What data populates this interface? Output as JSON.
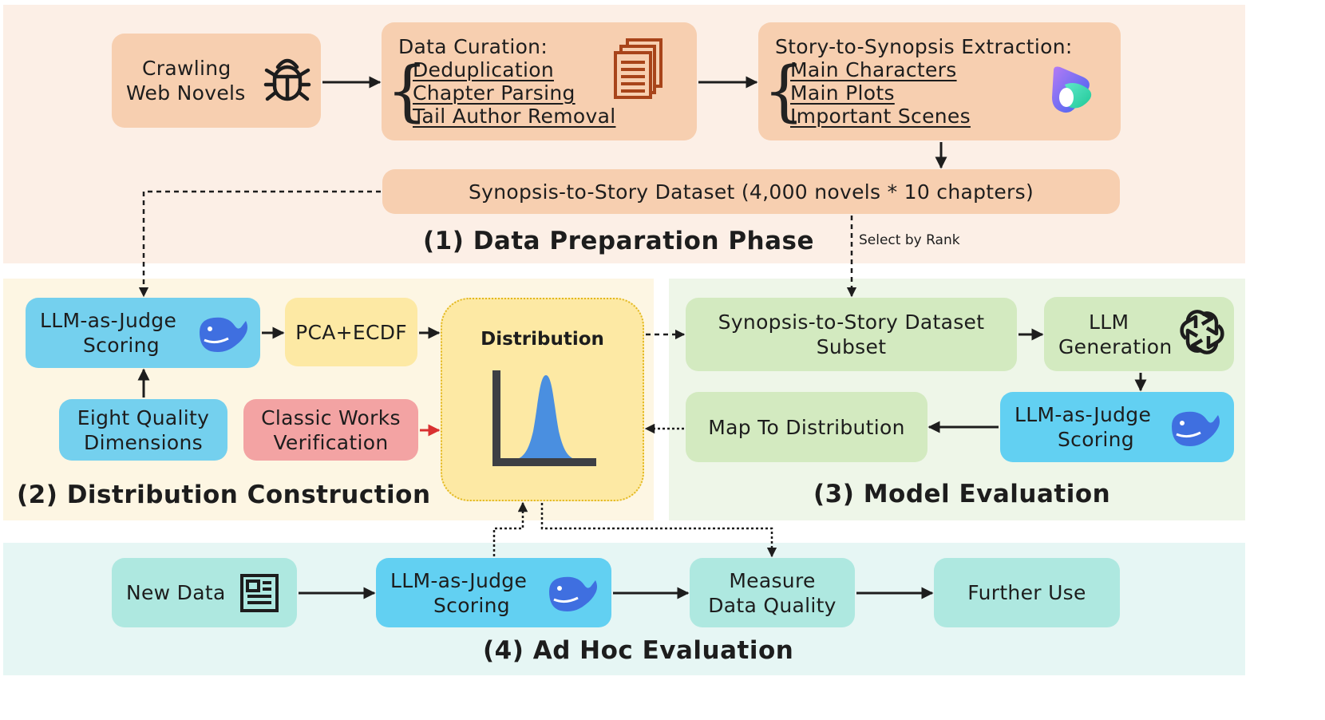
{
  "phases": {
    "data_preparation": "(1) Data Preparation Phase",
    "distribution_construction": "(2) Distribution Construction",
    "model_evaluation": "(3) Model Evaluation",
    "ad_hoc_evaluation": "(4) Ad Hoc Evaluation"
  },
  "prep": {
    "crawl": {
      "line1": "Crawling",
      "line2": "Web Novels",
      "icon": "bug-icon"
    },
    "curation": {
      "title": "Data Curation:",
      "items": [
        "Deduplication",
        "Chapter Parsing",
        "Tail Author Removal"
      ],
      "icon": "documents-icon"
    },
    "extraction": {
      "title": "Story-to-Synopsis Extraction:",
      "items": [
        "Main Characters",
        "Main Plots",
        "Important Scenes"
      ],
      "icon": "ai-logo-icon"
    },
    "dataset": "Synopsis-to-Story Dataset (4,000 novels * 10 chapters)",
    "select_label": "Select by Rank"
  },
  "distribution": {
    "judge": {
      "line1": "LLM-as-Judge",
      "line2": "Scoring",
      "icon": "whale-icon"
    },
    "pca": "PCA+ECDF",
    "dimensions": {
      "line1": "Eight Quality",
      "line2": "Dimensions"
    },
    "classic": {
      "line1": "Classic Works",
      "line2": "Verification"
    },
    "dist_title": "Distribution"
  },
  "model_eval": {
    "subset": {
      "line1": "Synopsis-to-Story Dataset",
      "line2": "Subset"
    },
    "llm_gen": {
      "line1": "LLM",
      "line2": "Generation",
      "icon": "openai-icon"
    },
    "judge": {
      "line1": "LLM-as-Judge",
      "line2": "Scoring",
      "icon": "whale-icon"
    },
    "map": "Map To Distribution"
  },
  "ad_hoc": {
    "new_data": "New Data",
    "judge": {
      "line1": "LLM-as-Judge",
      "line2": "Scoring",
      "icon": "whale-icon"
    },
    "measure": {
      "line1": "Measure",
      "line2": "Data Quality"
    },
    "further": "Further Use"
  },
  "colors": {
    "phase1_bg": "#fcefe6",
    "phase2_bg": "#fdf6e3",
    "phase3_bg": "#eef6e8",
    "phase4_bg": "#e6f6f4",
    "orange_box": "#f7cfb0",
    "judge_blue": "#74d0ee",
    "whale": "#3f6fe0",
    "dist_curve": "#4a8fe0",
    "classic_arrow": "#d93030"
  }
}
